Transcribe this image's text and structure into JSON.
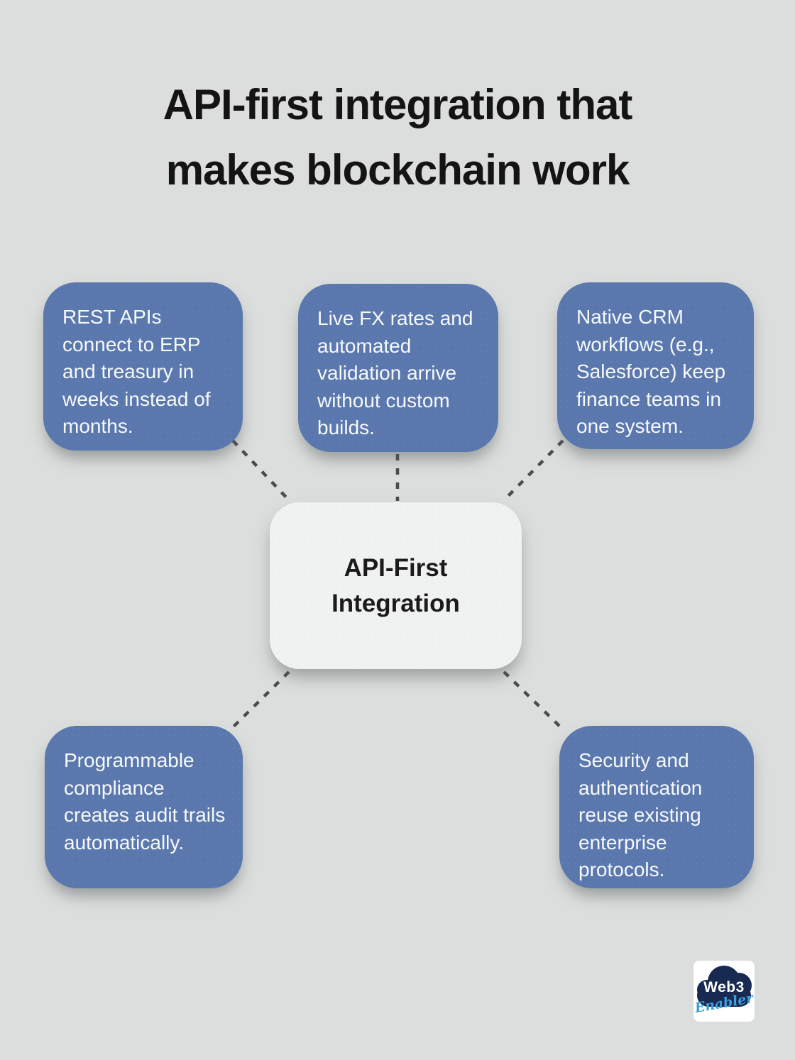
{
  "title": {
    "line1": "API-first integration that",
    "line2": "makes blockchain work"
  },
  "center_node": {
    "label": "API-First Integration"
  },
  "nodes": [
    {
      "id": "rest-apis",
      "text": "REST APIs connect to ERP and treasury in weeks instead of months."
    },
    {
      "id": "live-fx-rates",
      "text": "Live FX rates and automated validation arrive without custom builds."
    },
    {
      "id": "native-crm",
      "text": "Native CRM workflows (e.g., Salesforce) keep finance teams in one system."
    },
    {
      "id": "programmable-compliance",
      "text": "Programmable compliance creates audit trails automatically."
    },
    {
      "id": "security-authentication",
      "text": "Security and authentication reuse existing enterprise protocols."
    }
  ],
  "logo": {
    "name": "Web3 Enabler",
    "word_web3": "Web3",
    "word_enabler": "Enabler"
  },
  "colors": {
    "background": "#dbdedd",
    "node_fill": "#5a78ad",
    "center_fill": "#f0f2f1",
    "connector": "#4b4b4b",
    "node_text": "#f7f9fb",
    "title_text": "#141414",
    "logo_navy": "#182a52",
    "logo_blue": "#3d9fdb"
  }
}
